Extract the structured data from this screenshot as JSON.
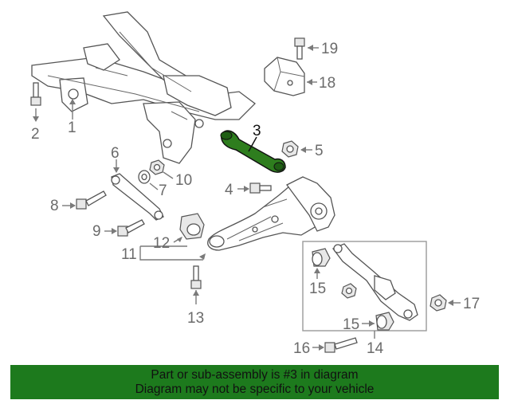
{
  "callouts": {
    "c1": "1",
    "c2": "2",
    "c3": "3",
    "c4": "4",
    "c5": "5",
    "c6": "6",
    "c7": "7",
    "c8": "8",
    "c9": "9",
    "c10": "10",
    "c11": "11",
    "c12": "12",
    "c13": "13",
    "c14": "14",
    "c15a": "15",
    "c15b": "15",
    "c16": "16",
    "c17": "17",
    "c18": "18",
    "c19": "19"
  },
  "highlight": {
    "part_number": "3",
    "color": "#2e7d1e"
  },
  "banner": {
    "line1": "Part or sub-assembly is #3 in diagram",
    "line2": "Diagram may not be specific to your vehicle",
    "color": "#1d7a1d"
  }
}
